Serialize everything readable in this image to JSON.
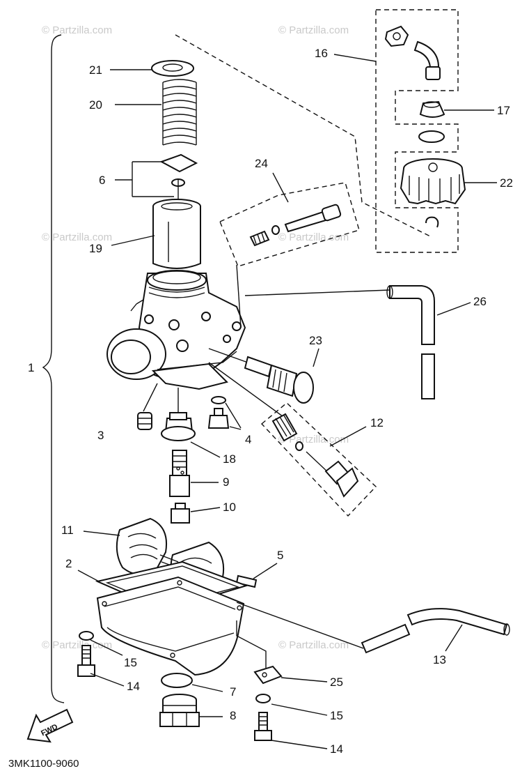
{
  "watermark": "© Partzilla.com",
  "diagram_code": "3MK1100-9060",
  "fwd_label": "FWD",
  "callouts": {
    "c1": "1",
    "c2": "2",
    "c3": "3",
    "c4": "4",
    "c5": "5",
    "c6": "6",
    "c7": "7",
    "c8": "8",
    "c9": "9",
    "c10": "10",
    "c11": "11",
    "c12": "12",
    "c13": "13",
    "c14a": "14",
    "c14b": "14",
    "c15a": "15",
    "c15b": "15",
    "c16": "16",
    "c17": "17",
    "c18": "18",
    "c19": "19",
    "c20": "20",
    "c21": "21",
    "c22": "22",
    "c23": "23",
    "c24": "24",
    "c25": "25",
    "c26": "26"
  }
}
